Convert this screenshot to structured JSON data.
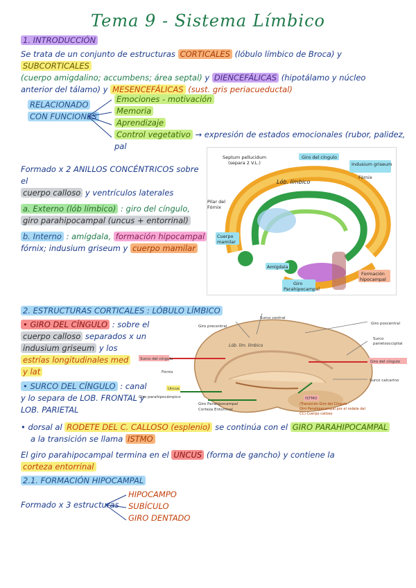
{
  "title": "Tema 9 - Sistema Límbico",
  "intro": {
    "heading": "1. INTRODUCCIÓN",
    "line1_a": "Se trata de un conjunto de estructuras",
    "corticales": "CORTICALES",
    "line1_b": "(lóbulo límbico de Broca)",
    "y": "y",
    "subcorticales": "SUBCORTICALES",
    "line2_a": "(cuerpo amigdalino; accumbens; área septal)",
    "diencefalicas": "DIENCEFÁLICAS",
    "line2_b": "(hipotálamo y núcleo",
    "line3_a": "anterior del tálamo)",
    "mesencefalicas": "MESENCEFÁLICAS",
    "line3_b": "(sust. gris periacueductal)"
  },
  "funciones": {
    "label_1": "RELACIONADO",
    "label_2": "CON FUNCIONES",
    "items": [
      "Emociones - motivación",
      "Memoria",
      "Aprendizaje",
      "Control vegetativo"
    ],
    "arrow_text": "→ expresión de estados emocionales (rubor, palidez, pal"
  },
  "formado": {
    "line1": "Formado x 2 ANILLOS CONCÉNTRICOS sobre el",
    "line2_a": "cuerpo calloso",
    "line2_b": "y ventrículos laterales",
    "externo_label": "a. Externo (lób límbico)",
    "externo_text": ": giro del cíngulo,",
    "externo_line2": "giro parahipocampal (uncus + entorrinal)",
    "interno_label": "b. Interno",
    "interno_a": ": amígdala,",
    "interno_formacion": "formación hipocampal",
    "interno_line2_a": "fórnix; indusium griseum y",
    "interno_cuerpo": "cuerpo mamilar"
  },
  "fig1": {
    "labels": {
      "septum": "Septum pellucidum",
      "septum2": "(separa 2 V.L.)",
      "giro_cingulo": "Giro del cíngulo",
      "indusium": "Indusium griseum",
      "fornix": "Fórnix",
      "lob": "Lób. límbico",
      "pilar": "Pilar del",
      "pilar2": "Fórnix",
      "cuerpo": "Cuerpo",
      "cuerpo2": "mamilar",
      "amigdala": "Amígdala",
      "giro_para": "Giro",
      "giro_para2": "Parahipocampal",
      "formacion": "Formación",
      "formacion2": "hipocampal"
    }
  },
  "estructuras": {
    "heading": "2. ESTRUCTURAS CORTICALES : LÓBULO LÍMBICO",
    "giro_label": "• GIRO DEL CÍNGULO",
    "giro_text": ": sobre el",
    "line2_a": "cuerpo calloso",
    "line2_b": "separados x un",
    "line3_a": "indusium griseum",
    "line3_b": "y los",
    "line4": "estrías longitudinales med",
    "line5": "y lat",
    "surco_label": "• SURCO DEL CÍNGULO",
    "surco_text": ": canal",
    "surco_line2_a": "y lo separa de LOB. FRONTAL",
    "surco_line2_b": "y",
    "surco_line3": "LOB. PARIETAL",
    "dorsal_a": "• dorsal al",
    "rodete": "RODETE DEL C. CALLOSO (esplenio)",
    "dorsal_b": "se continúa con el",
    "giro_para": "GIRO PARAHIPOCAMPAL",
    "transicion": "a la transición se llama",
    "istmo": "ISTMO",
    "final_a": "El giro parahipocampal termina en el",
    "uncus": "UNCUS",
    "final_b": "(forma de gancho) y contiene la",
    "corteza": "corteza entorrinal"
  },
  "fig2": {
    "labels": {
      "surco_central": "Surco central",
      "giro_precentral": "Giro precentral",
      "giro_postcentral": "Giro poscentral",
      "surco_parieto": "Surco",
      "surco_parieto2": "parietooccipital",
      "surco_cingulo": "Surco del cíngulo",
      "giro_cingulo": "Giro del cíngulo",
      "fornix": "Fórnix",
      "surco_calcarino": "Surco calcarino",
      "uncus": "Uncus",
      "giro_para_l": "Giro parahipocámpico",
      "giro_para_b": "Giro Parahipocampal",
      "corteza_ent": "Corteza Entorrinal",
      "istmo": "ISTMO",
      "transicion": "(Transición Giro del Cíngulo -",
      "transicion2": "Giro Parahipocampal por el rodete del",
      "transicion3": "CC) Cuerpo calloso",
      "lob_limbico": "Lób. lím. límbico"
    }
  },
  "formacion": {
    "heading": "2.1. FORMACIÓN HIPOCAMPAL",
    "formado": "Formado x 3 estructuras",
    "items": [
      "HIPOCAMPO",
      "SUBÍCULO",
      "GIRO DENTADO"
    ]
  }
}
